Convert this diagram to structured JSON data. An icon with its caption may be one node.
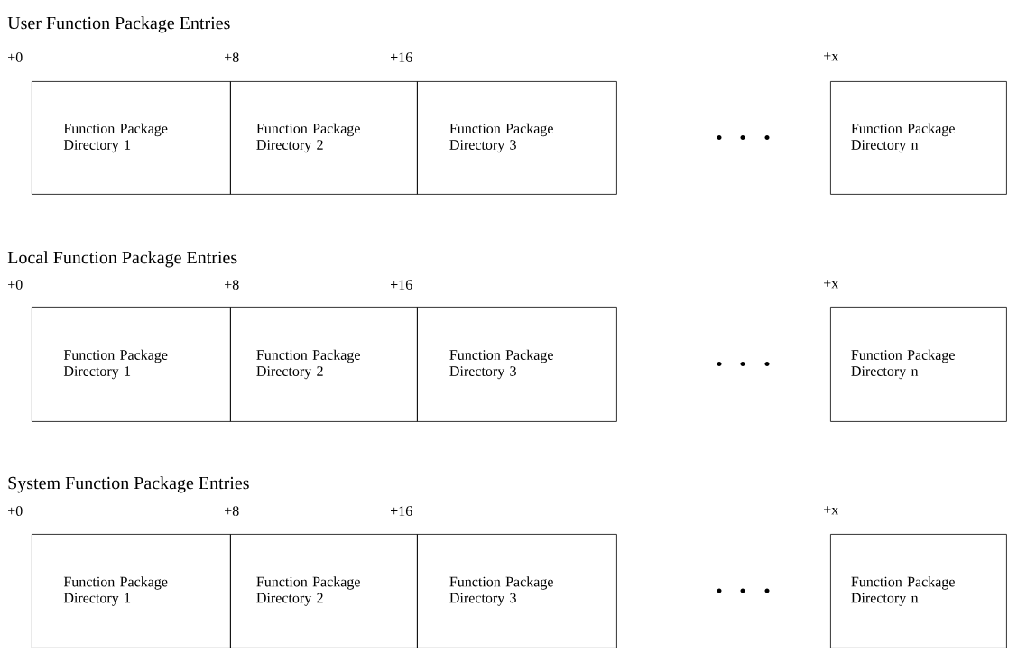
{
  "diagram": {
    "nodes": [
      {
        "text": [
          "Function Package Directory 1"
        ]
      },
      {
        "text": [
          "Function Package Directory 2"
        ]
      },
      {
        "text": [
          "Function Package Directory 3"
        ]
      },
      {
        "text": [
          "Function Package Directory n"
        ]
      },
      {
        "text": [
          "Function Package Directory 1"
        ]
      },
      {
        "text": [
          "Function Package Directory 2"
        ]
      },
      {
        "text": [
          "Function Package Directory 3"
        ]
      },
      {
        "text": [
          "Function Package Directory n"
        ]
      },
      {
        "text": [
          "Function Package Directory 1"
        ]
      },
      {
        "text": [
          "Function Package Directory 2"
        ]
      },
      {
        "text": [
          "Function Package Directory 3"
        ]
      },
      {
        "text": [
          "Function Package Directory n"
        ]
      }
    ],
    "labels": [
      "User Function Package Entries",
      "+0",
      "+8",
      "+16",
      "+x",
      "Local Function Package Entries",
      "+0",
      "+8",
      "+16",
      "+x",
      "System Function Package Entries",
      "+0",
      "+8",
      "+16",
      "+x"
    ]
  }
}
